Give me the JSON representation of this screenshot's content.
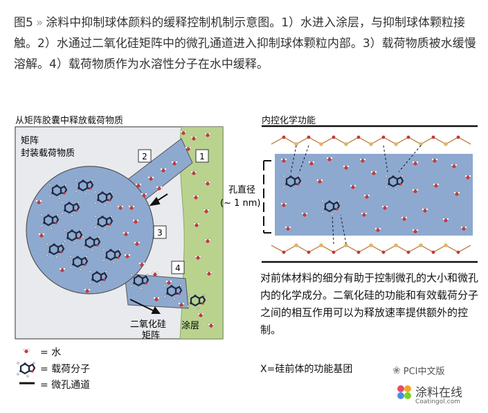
{
  "caption": {
    "fig": "图5",
    "chevron": "»",
    "text": "涂料中抑制球体颜料的缓释控制机制示意图。1）水进入涂层，与抑制球体颗粒接触。2）水通过二氧化硅矩阵中的微孔通道进入抑制球体颗粒内部。3）载荷物质被水缓慢溶解。4）载荷物质作为水溶性分子在水中缓释。"
  },
  "left_panel": {
    "title": "从矩阵胶囊中释放载荷物质",
    "matrix_label": "矩阵",
    "matrix_sub": "封装载荷物质",
    "steps": [
      "1",
      "2",
      "3",
      "4"
    ],
    "silica_label_1": "二氧化硅",
    "silica_label_2": "矩阵",
    "coating_label": "涂层"
  },
  "right_panel": {
    "title": "内控化学功能",
    "pore_label_1": "孔直径",
    "pore_label_2": "(~ 1 nm)",
    "description": "对前体材料的细分有助于控制微孔的大小和微孔内的化学成分。二氧化硅的功能和有效载荷分子之间的相互作用可以为释放速率提供额外的控制。",
    "x_def": "X=硅前体的功能基团"
  },
  "legend": [
    {
      "icon": "water-molecule-icon",
      "label": "= 水"
    },
    {
      "icon": "payload-molecule-icon",
      "label": "= 载荷分子"
    },
    {
      "icon": "channel-line-icon",
      "label": "= 微孔通道"
    }
  ],
  "watermark": {
    "wechat": "PCI中文版",
    "site_cn": "涂料在线",
    "site_en": "Coatingol.com"
  },
  "colors": {
    "matrix_bg": "#e8eaed",
    "sphere_blue": "#8ea9cf",
    "coating_green": "#b9d38e",
    "water_red": "#c8373a"
  }
}
